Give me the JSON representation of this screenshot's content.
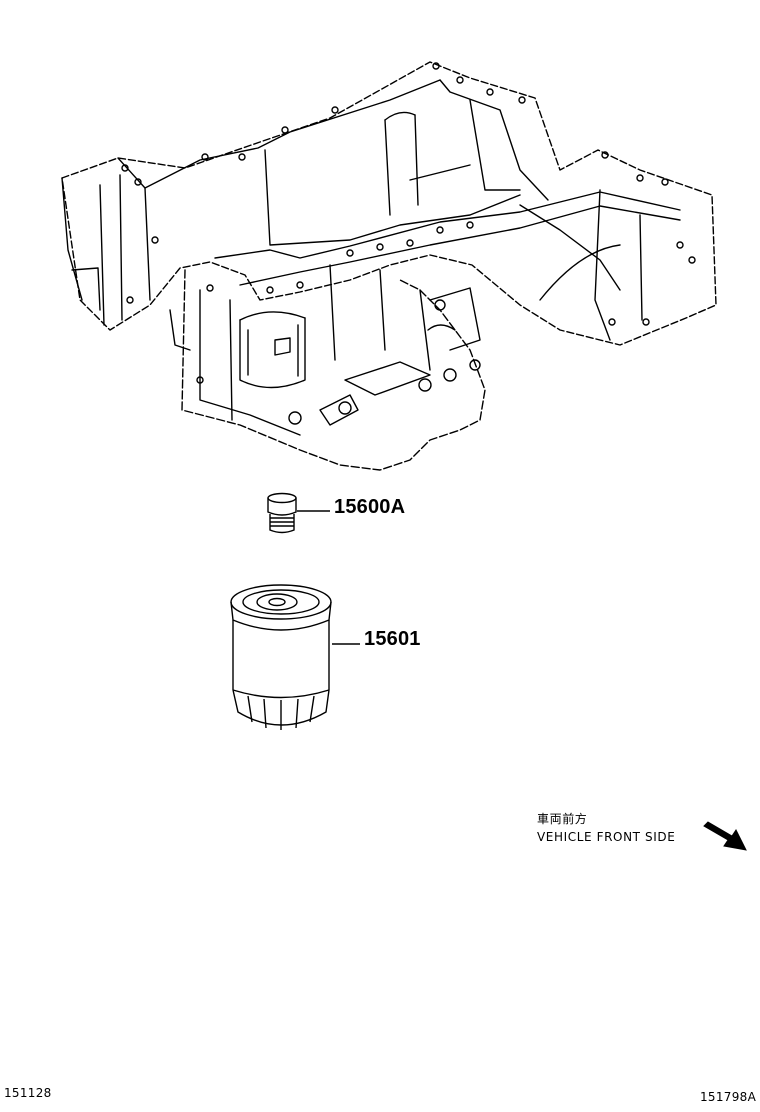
{
  "parts": {
    "drain_plug": {
      "number": "15600A",
      "icon": "drain-plug-icon"
    },
    "oil_filter": {
      "number": "15601",
      "icon": "oil-filter-icon"
    },
    "oil_pan": {
      "icon": "oil-pan-icon"
    }
  },
  "direction_note": {
    "japanese": "車両前方",
    "english": "VEHICLE FRONT SIDE",
    "icon": "arrow-down-right-icon"
  },
  "footer": {
    "left_code": "151128",
    "right_code": "151798A"
  }
}
